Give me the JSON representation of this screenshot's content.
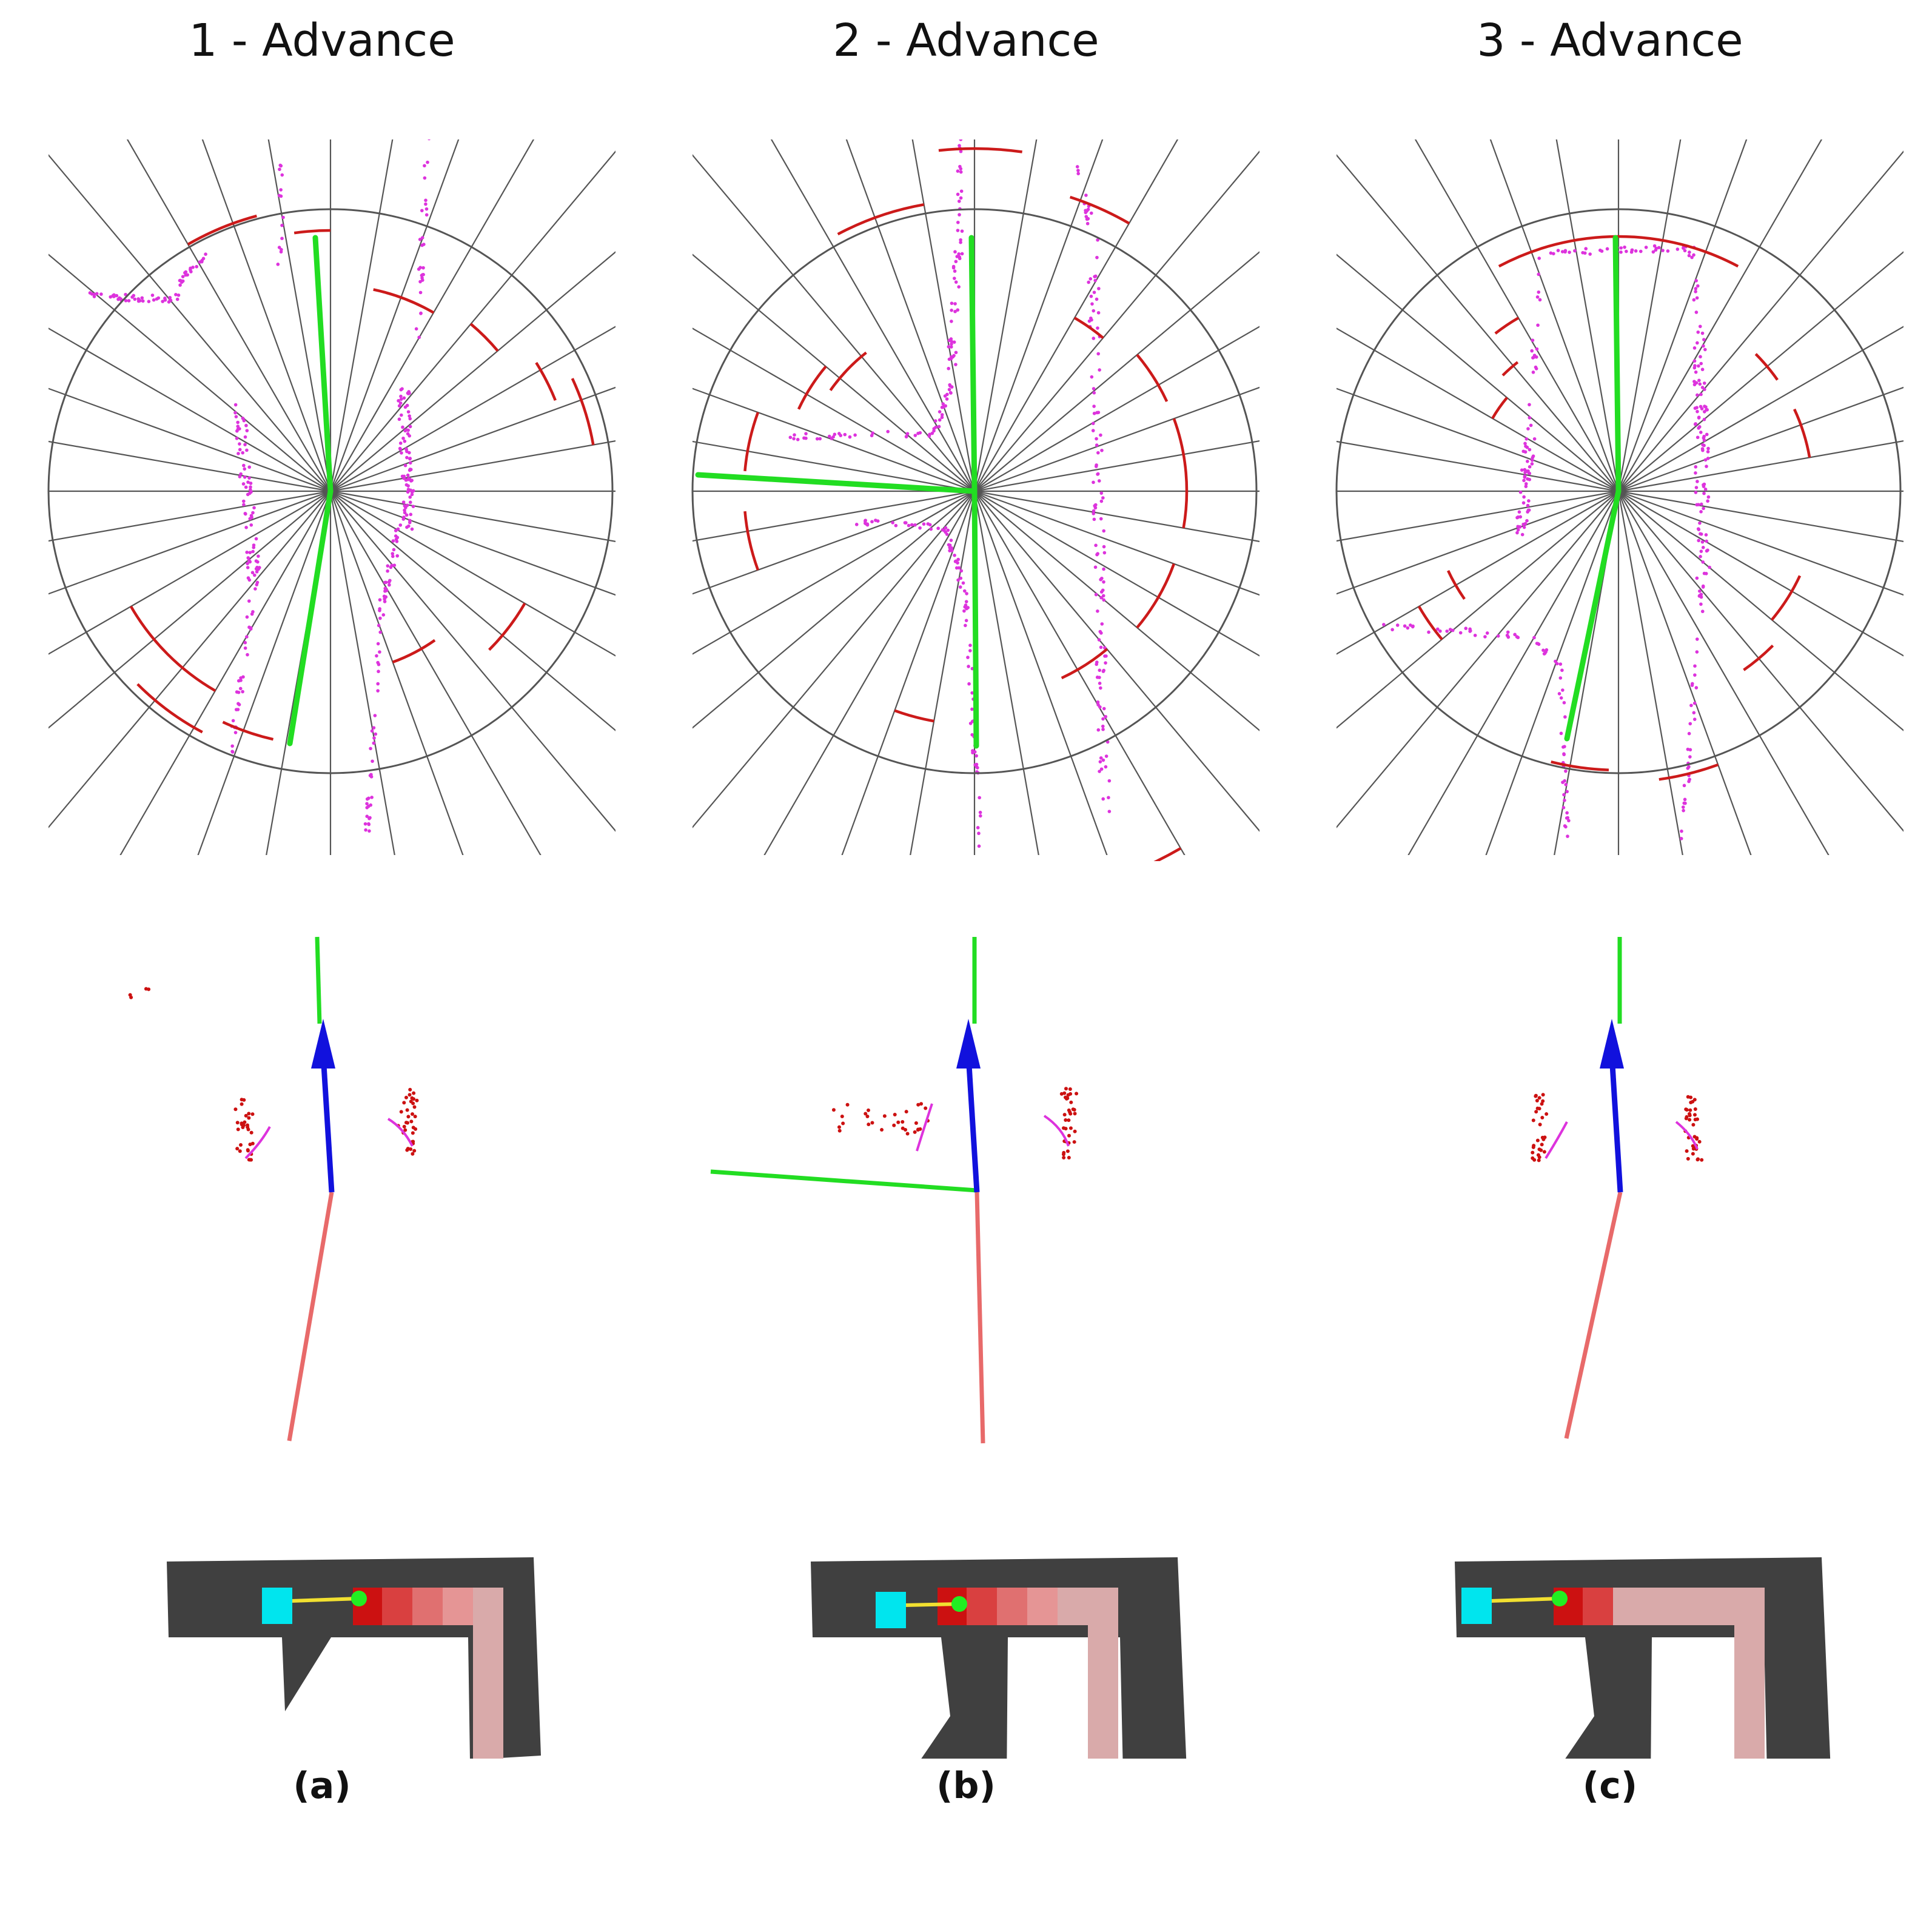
{
  "columns": [
    {
      "id": "a",
      "title": "1 - Advance",
      "caption": "(a)"
    },
    {
      "id": "b",
      "title": "2 - Advance",
      "caption": "(b)"
    },
    {
      "id": "c",
      "title": "3 - Advance",
      "caption": "(c)"
    }
  ],
  "colors": {
    "sector_lines": "#555555",
    "free_sector_arc": "#cc1a1a",
    "laser_points": "#dd33dd",
    "open_direction": "#22dd22",
    "motion_vector": "#1111dd",
    "past_path": "#e86a6a",
    "obstacle_points": "#cc1111",
    "map_walls": "#404040",
    "robot_marker": "#00e5ee",
    "goal_marker": "#22ee22",
    "path_link": "#f2e030",
    "path_cells": [
      "#cc1111",
      "#d94040",
      "#e07070",
      "#e59595",
      "#d9aaaa"
    ]
  },
  "icons": [
    "polar-sector-plot",
    "robot-cyan-square",
    "goal-green-dot"
  ]
}
